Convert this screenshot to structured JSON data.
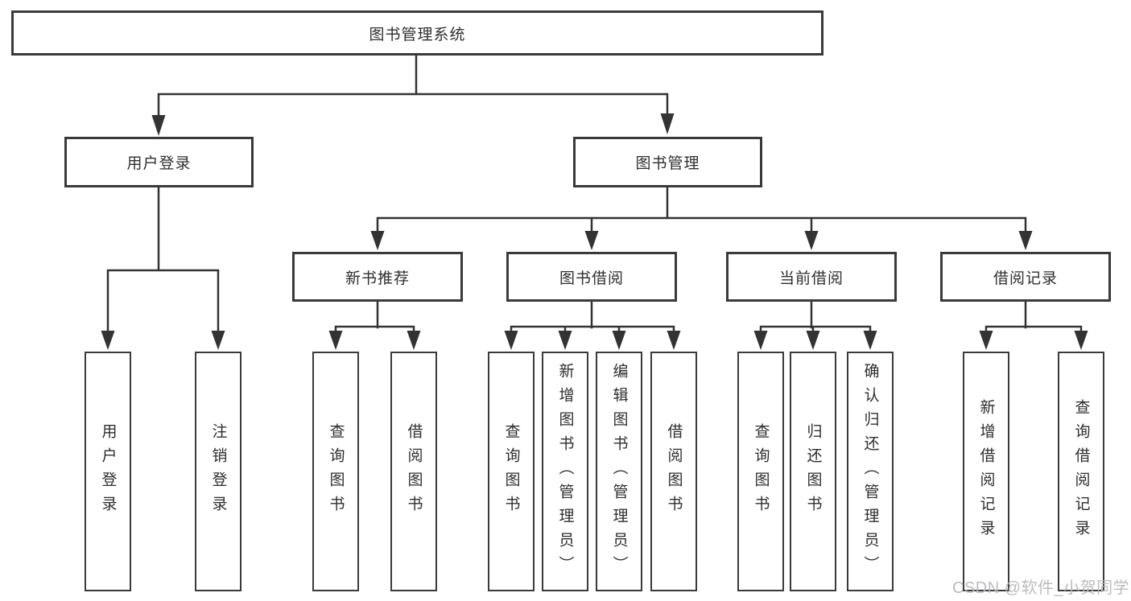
{
  "diagram": {
    "background": "#ffffff",
    "line_color": "#333333",
    "text_color": "#2e2e2e",
    "tree": {
      "root": {
        "label": "图书管理系统"
      },
      "branches": [
        {
          "label": "用户登录",
          "children": [
            {
              "label": "用户登录"
            },
            {
              "label": "注销登录"
            }
          ]
        },
        {
          "label": "图书管理",
          "children": [
            {
              "label": "新书推荐",
              "children": [
                {
                  "label": "查询图书"
                },
                {
                  "label": "借阅图书"
                }
              ]
            },
            {
              "label": "图书借阅",
              "children": [
                {
                  "label": "查询图书"
                },
                {
                  "label": "新增图书（管理员）"
                },
                {
                  "label": "编辑图书（管理员）"
                },
                {
                  "label": "借阅图书"
                }
              ]
            },
            {
              "label": "当前借阅",
              "children": [
                {
                  "label": "查询图书"
                },
                {
                  "label": "归还图书"
                },
                {
                  "label": "确认归还（管理员）"
                }
              ]
            },
            {
              "label": "借阅记录",
              "children": [
                {
                  "label": "新增借阅记录"
                },
                {
                  "label": "查询借阅记录"
                }
              ]
            }
          ]
        }
      ]
    },
    "watermark": {
      "text": "CSDN @软件_小贺同学",
      "color": "#b9b9bd"
    }
  }
}
